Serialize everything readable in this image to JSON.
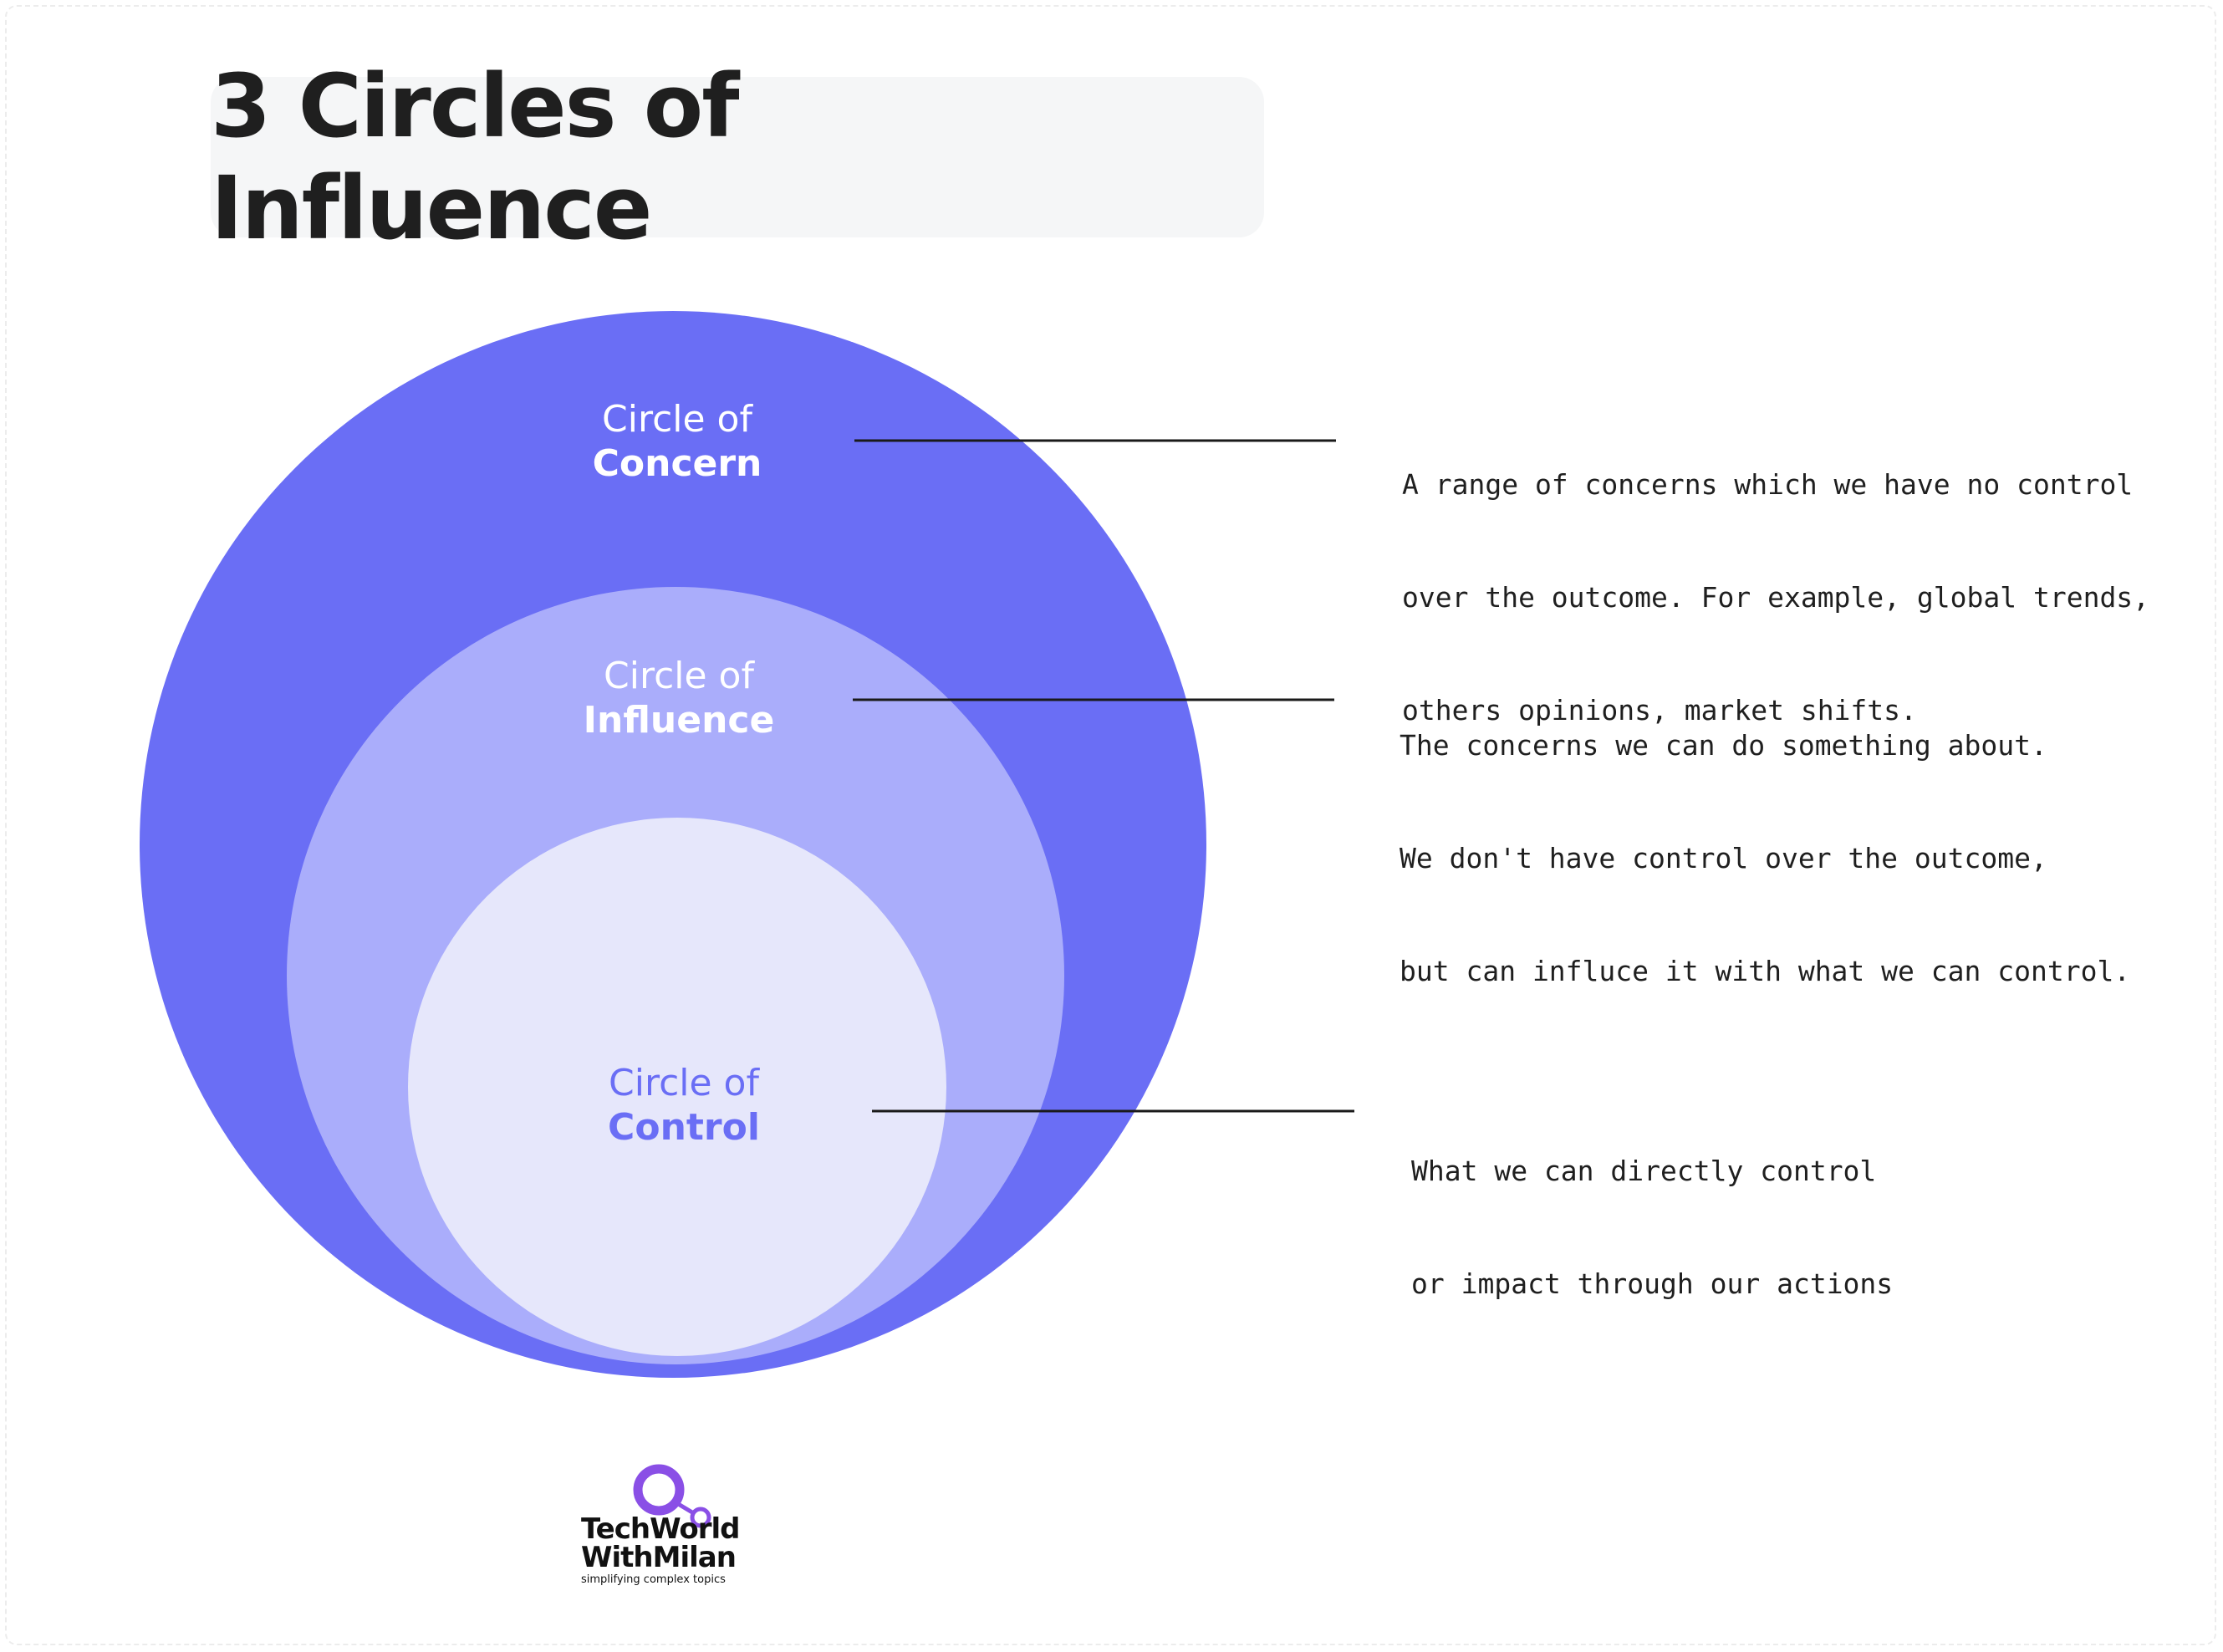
{
  "title": "3 Circles of Influence",
  "colors": {
    "concern": "#6a6ef5",
    "influence": "#aaadfb",
    "control": "#e6e7fb",
    "control_text": "#6a6ef5",
    "line": "#1a1a1a",
    "logo": "#8a4fe6"
  },
  "circles": {
    "concern": {
      "line1": "Circle of",
      "line2": "Concern"
    },
    "influence": {
      "line1": "Circle of",
      "line2": "Influence"
    },
    "control": {
      "line1": "Circle of",
      "line2": "Control"
    }
  },
  "descriptions": {
    "concern": [
      "A range of concerns which we have no control",
      "over the outcome. For example, global trends,",
      "others opinions, market shifts."
    ],
    "influence": [
      "The concerns we can do something about.",
      "We don't have control over the outcome,",
      "but can influce it with what we can control."
    ],
    "control": [
      "What we can directly control",
      "or impact through our actions"
    ]
  },
  "logo": {
    "name_line1": "TechWorld",
    "name_line2": "WithMilan",
    "tagline": "simplifying complex topics",
    "icon": "connected-nodes-icon"
  }
}
